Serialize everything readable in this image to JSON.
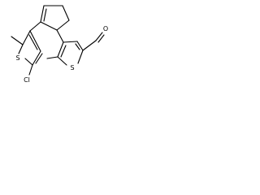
{
  "molecule": {
    "atoms": {
      "sulfur_left": "S",
      "chlorine": "Cl",
      "sulfur_right": "S",
      "oxygen": "O"
    }
  }
}
